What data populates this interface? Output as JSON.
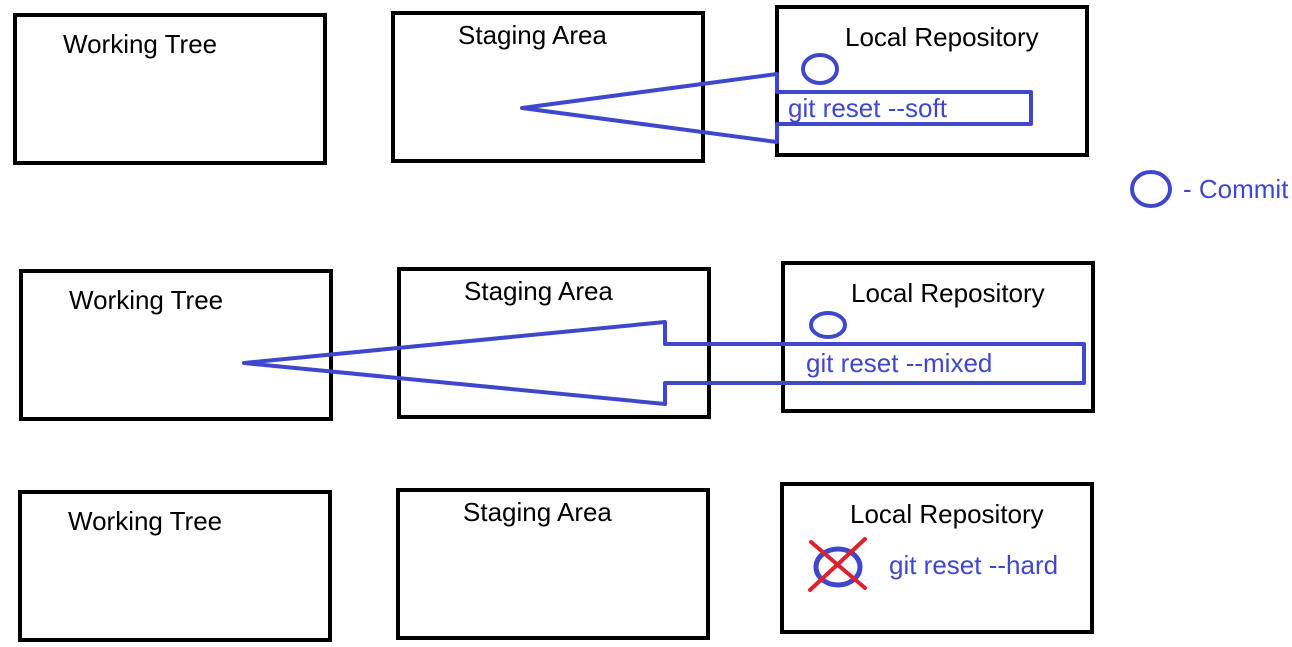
{
  "colors": {
    "box_stroke": "#000000",
    "accent_blue": "#3f47cc",
    "cross_red": "#e0202a",
    "background": "#ffffff"
  },
  "rows": [
    {
      "working_tree_label": "Working Tree",
      "staging_area_label": "Staging Area",
      "local_repository_label": "Local Repository",
      "command": "git reset --soft",
      "commit_state": "kept"
    },
    {
      "working_tree_label": "Working Tree",
      "staging_area_label": "Staging Area",
      "local_repository_label": "Local Repository",
      "command": "git reset --mixed",
      "commit_state": "kept"
    },
    {
      "working_tree_label": "Working Tree",
      "staging_area_label": "Staging Area",
      "local_repository_label": "Local Repository",
      "command": "git reset --hard",
      "commit_state": "crossed-out"
    }
  ],
  "legend": {
    "symbol": "circle-icon",
    "text": "- Commit"
  }
}
